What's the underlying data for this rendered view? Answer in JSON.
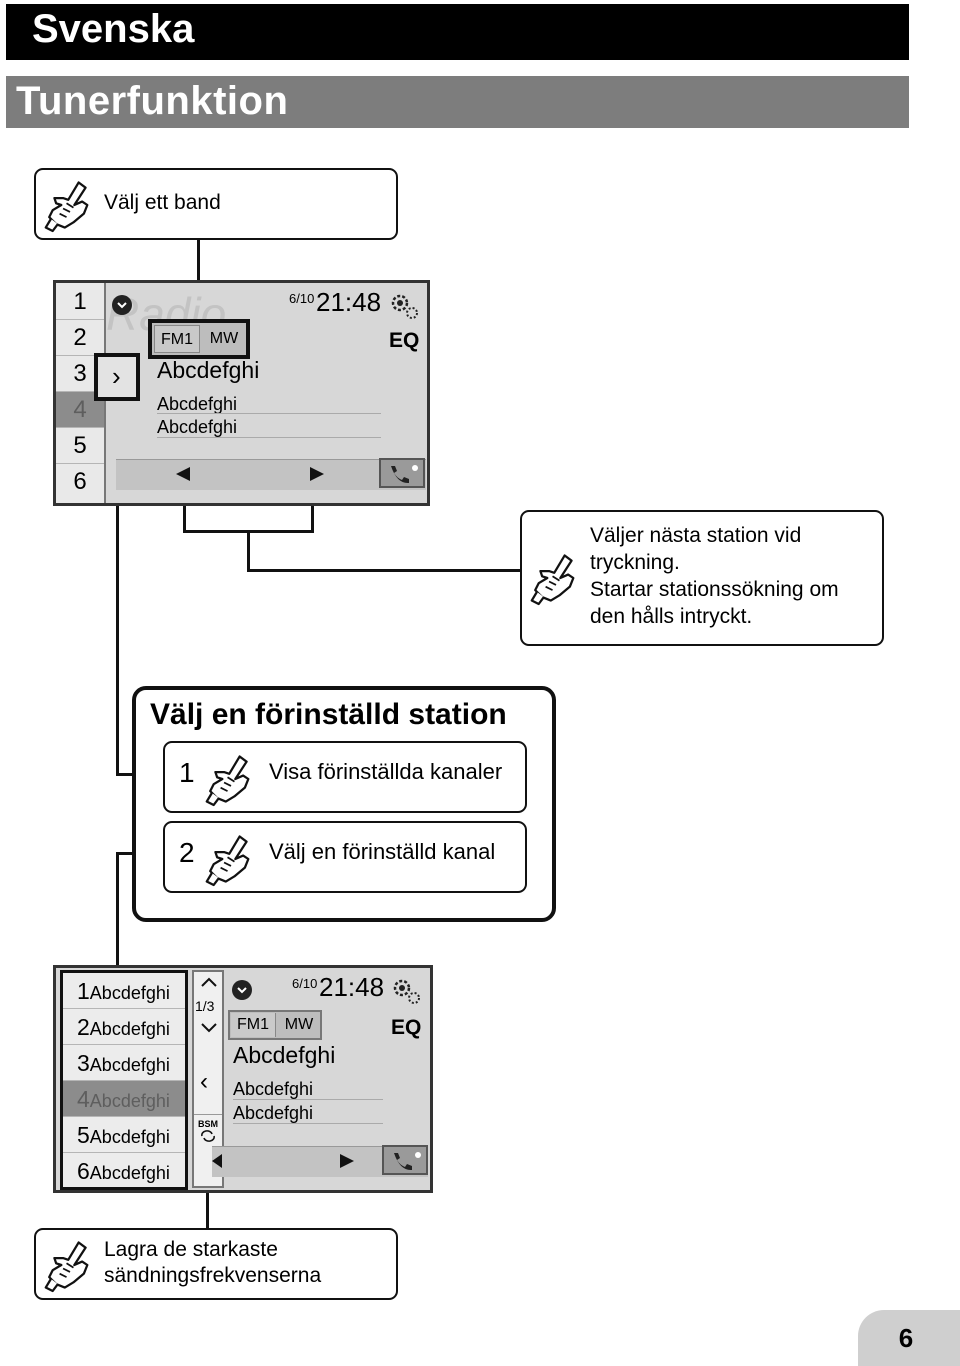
{
  "header": {
    "language": "Svenska",
    "section": "Tunerfunktion"
  },
  "callouts": {
    "select_band": "Välj ett band",
    "seek": [
      "Väljer nästa station vid",
      "tryckning.",
      "Startar stationssökning om",
      "den hålls intryckt."
    ],
    "store_strongest": [
      "Lagra de starkaste",
      "sändningsfrekvenserna"
    ]
  },
  "preset_box": {
    "title": "Välj en förinställd station",
    "steps": [
      {
        "num": "1",
        "label": "Visa förinställda kanaler"
      },
      {
        "num": "2",
        "label": "Välj en förinställd kanal"
      }
    ]
  },
  "screen_top": {
    "presets": [
      "1",
      "2",
      "3",
      "4",
      "5",
      "6"
    ],
    "watermark": "Radio",
    "date": "6/10",
    "time": "21:48",
    "bands": [
      "FM1",
      "MW"
    ],
    "eq": "EQ",
    "station": "Abcdefghi",
    "info_lines": [
      "Abcdefghi",
      "Abcdefghi"
    ],
    "open_arrow": "›"
  },
  "screen_bottom": {
    "presets": [
      {
        "num": "1",
        "name": "Abcdefghi"
      },
      {
        "num": "2",
        "name": "Abcdefghi"
      },
      {
        "num": "3",
        "name": "Abcdefghi"
      },
      {
        "num": "4",
        "name": "Abcdefghi"
      },
      {
        "num": "5",
        "name": "Abcdefghi"
      },
      {
        "num": "6",
        "name": "Abcdefghi"
      }
    ],
    "page": "1/3",
    "close_arrow": "‹",
    "bsm": "BSM",
    "date": "6/10",
    "time": "21:48",
    "bands": [
      "FM1",
      "MW"
    ],
    "eq": "EQ",
    "station": "Abcdefghi",
    "info_lines": [
      "Abcdefghi",
      "Abcdefghi"
    ]
  },
  "page_number": "6",
  "colors": {
    "header_black": "#000000",
    "section_gray": "#7d7d7d",
    "screen_gray": "#d7d7d7"
  }
}
